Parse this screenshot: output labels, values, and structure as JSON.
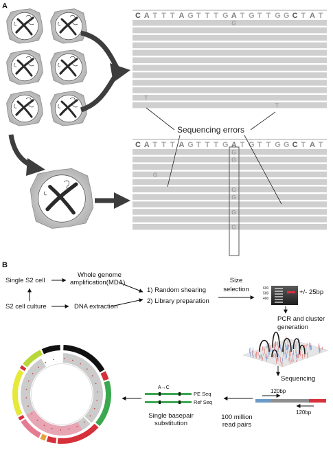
{
  "panel_a": {
    "letter": "A",
    "reference_sequence": "CATTTAGTTTGATGTTGGCTAT",
    "reference_colors": {
      "C": "#555555",
      "A": "#7d7d7d",
      "T": "#a6a6a6",
      "G": "#a6a6a6"
    },
    "top_block_reads": [
      {
        "base": "G",
        "pos": 11
      },
      {},
      {},
      {},
      {},
      {},
      {},
      {},
      {},
      {},
      {
        "base": "T",
        "pos": 1
      },
      {
        "base": "T",
        "pos": 16
      }
    ],
    "bottom_block_reads": [
      {
        "base": "G",
        "pos": 11
      },
      {
        "base": "G",
        "pos": 11
      },
      {},
      {
        "base": "G",
        "pos": 2
      },
      {},
      {
        "base": "G",
        "pos": 11
      },
      {
        "base": "G",
        "pos": 11
      },
      {},
      {
        "base": "G",
        "pos": 11
      },
      {},
      {
        "base": "G",
        "pos": 11
      }
    ],
    "sequencing_errors_label": "Sequencing errors"
  },
  "panel_b": {
    "letter": "B",
    "single_s2_cell": "Single S2 cell",
    "s2_cell_culture": "S2 cell culture",
    "whole_genome_amp_1": "Whole genome",
    "whole_genome_amp_2": "amplification(MDA)",
    "dna_extraction": "DNA extraction",
    "random_shearing": "1) Random shearing",
    "library_prep": "2) Library preparation",
    "size_1": "Size",
    "size_2": "selection",
    "gel_marks": [
      "600",
      "500",
      "400"
    ],
    "gel_range": "+/- 25bp",
    "pcr_1": "PCR and cluster",
    "pcr_2": "generation",
    "sequencing": "Sequencing",
    "read_len_top": "120bp",
    "read_len_bottom": "120bp",
    "read_pairs_1": "100 million",
    "read_pairs_2": "read pairs",
    "substitution": "A→C",
    "pe_seq": "PE Seq",
    "ref_seq": "Ref Seq",
    "single_bp_1": "Single basepair",
    "single_bp_2": "substitution",
    "colors": {
      "read_blue": "#6a9bc8",
      "read_red": "#d6303a",
      "read_gray": "#8e8e8e",
      "green": "#3aa84f",
      "gel_red": "#e03040"
    }
  }
}
